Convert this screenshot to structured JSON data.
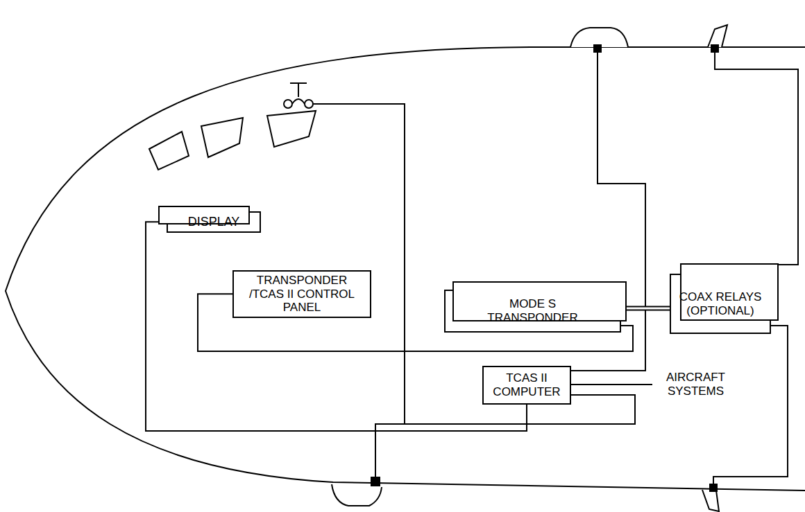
{
  "diagram": {
    "nodes": [
      {
        "text": [
          "DISPLAY"
        ]
      },
      {
        "text": [
          "TRANSPONDER /TCAS II CONTROL PANEL"
        ]
      },
      {
        "text": [
          "MODE S TRANSPONDER"
        ]
      },
      {
        "text": [
          "COAX RELAYS (OPTIONAL)"
        ]
      },
      {
        "text": [
          "TCAS II COMPUTER"
        ]
      }
    ],
    "edges": [
      {
        "from": 1,
        "to": 2,
        "arrow": "none"
      },
      {
        "from": 2,
        "to": 3,
        "arrow": "none"
      },
      {
        "from": 0,
        "to": 4,
        "arrow": "none"
      }
    ],
    "labels": [
      "AIRCRAFT SYSTEMS"
    ]
  }
}
